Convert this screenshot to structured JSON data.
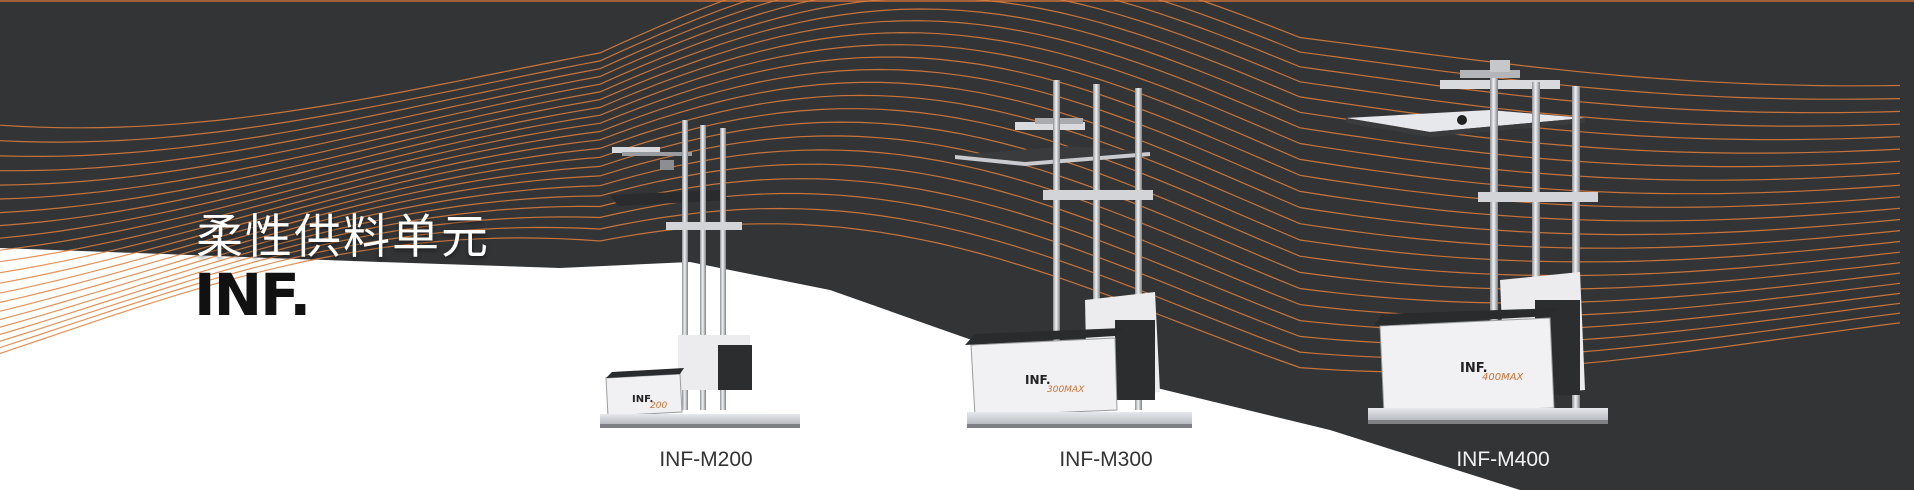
{
  "banner": {
    "title": "柔性供料单元",
    "brand": "INF.",
    "colors": {
      "dark_bg": "#333436",
      "accent": "#e0803c",
      "light_bg": "#ffffff"
    }
  },
  "products": [
    {
      "model": "INF-M200",
      "badge_main": "INF.",
      "badge_sub": "200"
    },
    {
      "model": "INF-M300",
      "badge_main": "INF.",
      "badge_sub": "300MAX"
    },
    {
      "model": "INF-M400",
      "badge_main": "INF.",
      "badge_sub": "400MAX"
    }
  ]
}
